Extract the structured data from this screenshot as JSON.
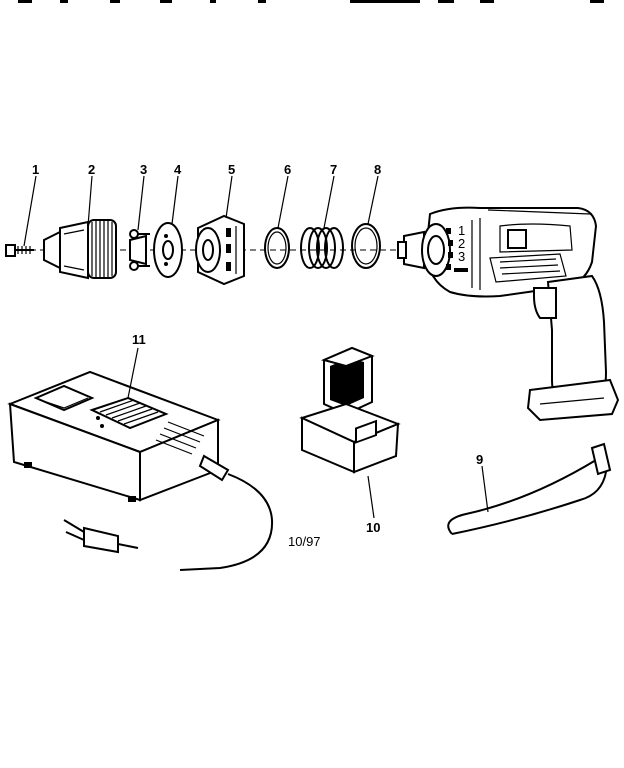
{
  "diagram": {
    "drawing_code": "10/97",
    "callouts": [
      "1",
      "2",
      "3",
      "4",
      "5",
      "6",
      "7",
      "8",
      "9",
      "10",
      "11"
    ],
    "speed_marks": [
      "1",
      "2",
      "3"
    ]
  }
}
